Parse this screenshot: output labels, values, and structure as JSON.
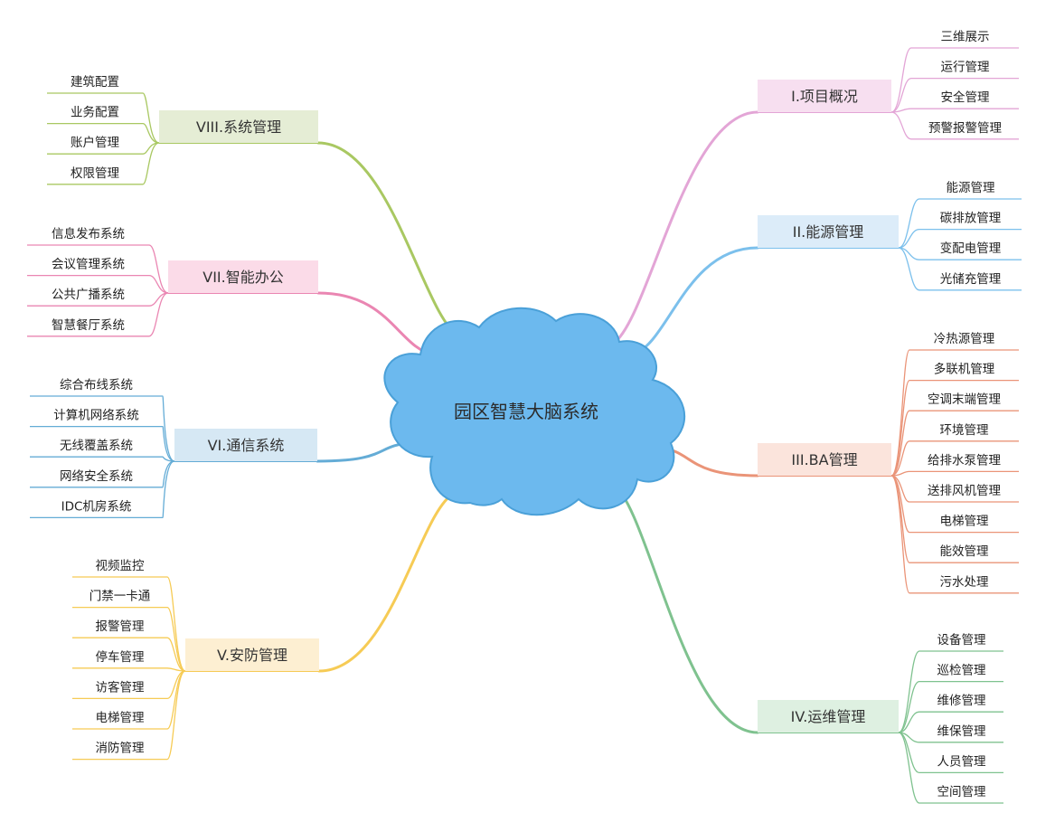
{
  "center": {
    "label": "园区智慧大脑系统",
    "fill": "#6cb9ee",
    "stroke": "#4aa0d8"
  },
  "branches": [
    {
      "key": "b1",
      "label": "I.项目概况",
      "color": "#e3a5d6",
      "bg": "#f7dff0",
      "items": [
        "三维展示",
        "运行管理",
        "安全管理",
        "预警报警管理"
      ]
    },
    {
      "key": "b2",
      "label": "II.能源管理",
      "color": "#7cc0ec",
      "bg": "#dcecf9",
      "items": [
        "能源管理",
        "碳排放管理",
        "变配电管理",
        "光储充管理"
      ]
    },
    {
      "key": "b3",
      "label": "III.BA管理",
      "color": "#ea9478",
      "bg": "#fbe4dc",
      "items": [
        "冷热源管理",
        "多联机管理",
        "空调末端管理",
        "环境管理",
        "给排水泵管理",
        "送排风机管理",
        "电梯管理",
        "能效管理",
        "污水处理"
      ]
    },
    {
      "key": "b4",
      "label": "IV.运维管理",
      "color": "#7fc28f",
      "bg": "#def0e1",
      "items": [
        "设备管理",
        "巡检管理",
        "维修管理",
        "维保管理",
        "人员管理",
        "空间管理"
      ]
    },
    {
      "key": "b5",
      "label": "V.安防管理",
      "color": "#f6cb55",
      "bg": "#fdefd2",
      "items": [
        "视频监控",
        "门禁一卡通",
        "报警管理",
        "停车管理",
        "访客管理",
        "电梯管理",
        "消防管理"
      ]
    },
    {
      "key": "b6",
      "label": "VI.通信系统",
      "color": "#64acd6",
      "bg": "#d6e8f4",
      "items": [
        "综合布线系统",
        "计算机网络系统",
        "无线覆盖系统",
        "网络安全系统",
        "IDC机房系统"
      ]
    },
    {
      "key": "b7",
      "label": "VII.智能办公",
      "color": "#ea86b2",
      "bg": "#fbdbe8",
      "items": [
        "信息发布系统",
        "会议管理系统",
        "公共广播系统",
        "智慧餐厅系统"
      ]
    },
    {
      "key": "b8",
      "label": "VIII.系统管理",
      "color": "#a9c862",
      "bg": "#e5edd5",
      "items": [
        "建筑配置",
        "业务配置",
        "账户管理",
        "权限管理"
      ]
    }
  ]
}
